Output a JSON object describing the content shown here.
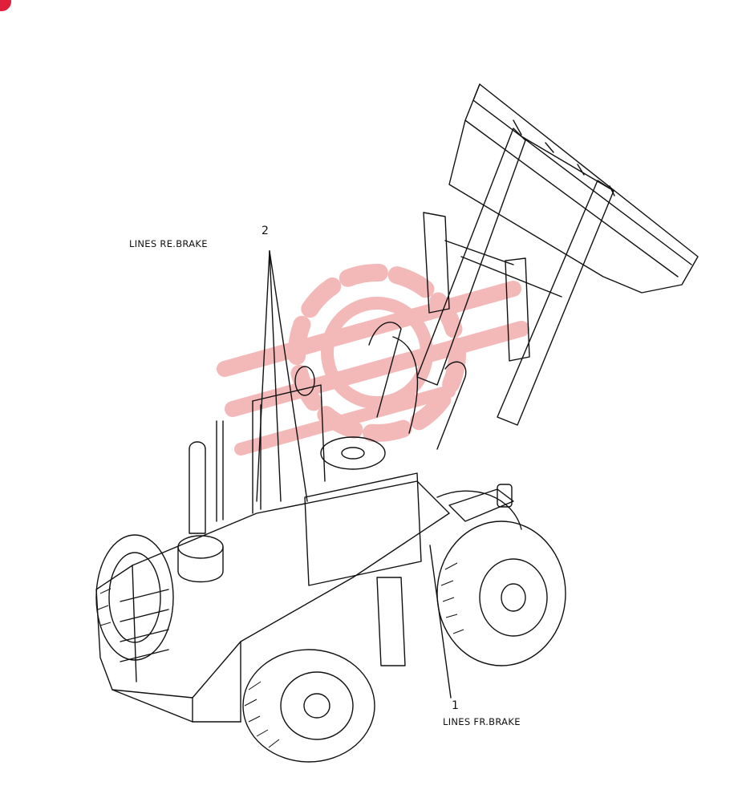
{
  "diagram": {
    "callouts": [
      {
        "number": "2",
        "label": "LINES RE.BRAKE"
      },
      {
        "number": "1",
        "label": "LINES FR.BRAKE"
      }
    ]
  },
  "colors": {
    "ink": "#111111",
    "watermark": "#f3b9b9",
    "corner_mark": "#e0203a"
  },
  "icons": [
    "wheel-loader-drawing",
    "watermark-logo",
    "corner-mark"
  ]
}
